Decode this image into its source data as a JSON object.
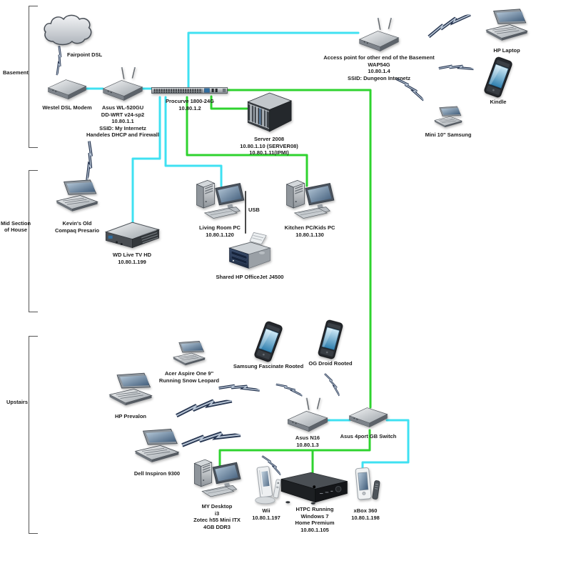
{
  "colors": {
    "wire_lan_cyan": "#3fe1f2",
    "wire_lan_green": "#2fd32f",
    "bolt_dark": "#25344f",
    "bolt_light": "#b9c6d6"
  },
  "sections": [
    {
      "label": "Basement"
    },
    {
      "label": "Mid Section\nof House"
    },
    {
      "label": "Upstairs"
    }
  ],
  "misc": {
    "fairpoint": "Fairpoint DSL",
    "usb": "USB"
  },
  "nodes": [
    {
      "name": "internet-cloud",
      "type": "cloud",
      "label": ""
    },
    {
      "name": "westel-dsl-modem",
      "type": "modem",
      "label": "Westel DSL Modem"
    },
    {
      "name": "asus-wl520gu-router",
      "type": "wireless-router",
      "label": "Asus WL-520GU\nDD-WRT v24-sp2\n10.80.1.1\nSSID: My Internetz\nHandeles DHCP and Firewall"
    },
    {
      "name": "procurve-switch",
      "type": "rack-switch",
      "label": "Procurve 1800-24G\n10.80.1.2"
    },
    {
      "name": "server-2008",
      "type": "server",
      "label": "Server 2008\n10.80.1.10 (SERVER08)\n10.80.1.11(IPMI)"
    },
    {
      "name": "wap54g-access-point",
      "type": "wireless-router",
      "label": "Access point for other end of the Basement\nWAP54G\n10.80.1.4\nSSID: Dungeon Internetz"
    },
    {
      "name": "hp-laptop",
      "type": "laptop",
      "label": "HP Laptop"
    },
    {
      "name": "kindle",
      "type": "handheld",
      "label": "Kindle"
    },
    {
      "name": "mini-samsung-netbook",
      "type": "laptop",
      "label": "Mini 10\" Samsung"
    },
    {
      "name": "kevins-compaq-presario",
      "type": "laptop",
      "label": "Kevin's Old\nCompaq Presario"
    },
    {
      "name": "wd-live-tv-hd",
      "type": "set-top-box",
      "label": "WD Live TV HD\n10.80.1.199"
    },
    {
      "name": "living-room-pc",
      "type": "desktop",
      "label": "Living Room PC\n10.80.1.120"
    },
    {
      "name": "hp-officejet-j4500",
      "type": "printer",
      "label": "Shared HP OfficeJet J4500"
    },
    {
      "name": "kitchen-pc",
      "type": "desktop",
      "label": "Kitchen PC/Kids PC\n10.80.1.130"
    },
    {
      "name": "acer-aspire-one",
      "type": "laptop",
      "label": "Acer Aspire One 9\"\nRunning Snow Leopard"
    },
    {
      "name": "samsung-fascinate",
      "type": "smartphone",
      "label": "Samsung Fascinate Rooted"
    },
    {
      "name": "og-droid",
      "type": "smartphone",
      "label": "OG Droid Rooted"
    },
    {
      "name": "hp-prevalon",
      "type": "laptop",
      "label": "HP Prevalon"
    },
    {
      "name": "dell-inspiron-9300",
      "type": "laptop",
      "label": "Dell Inspiron 9300"
    },
    {
      "name": "asus-n16",
      "type": "wireless-router",
      "label": "Asus N16\n10.80.1.3"
    },
    {
      "name": "asus-4port-gb-switch",
      "type": "switch",
      "label": "Asus 4port GB Switch"
    },
    {
      "name": "my-desktop",
      "type": "desktop",
      "label": "MY Desktop\ni3\nZotec h55 Mini ITX\n4GB DDR3"
    },
    {
      "name": "wii",
      "type": "game-console",
      "label": "Wii\n10.80.1.197"
    },
    {
      "name": "htpc",
      "type": "htpc",
      "label": "HTPC Running\nWindows 7\nHome Premium\n10.80.1.105"
    },
    {
      "name": "xbox-360",
      "type": "game-console",
      "label": "xBox 360\n10.80.1.198"
    }
  ]
}
